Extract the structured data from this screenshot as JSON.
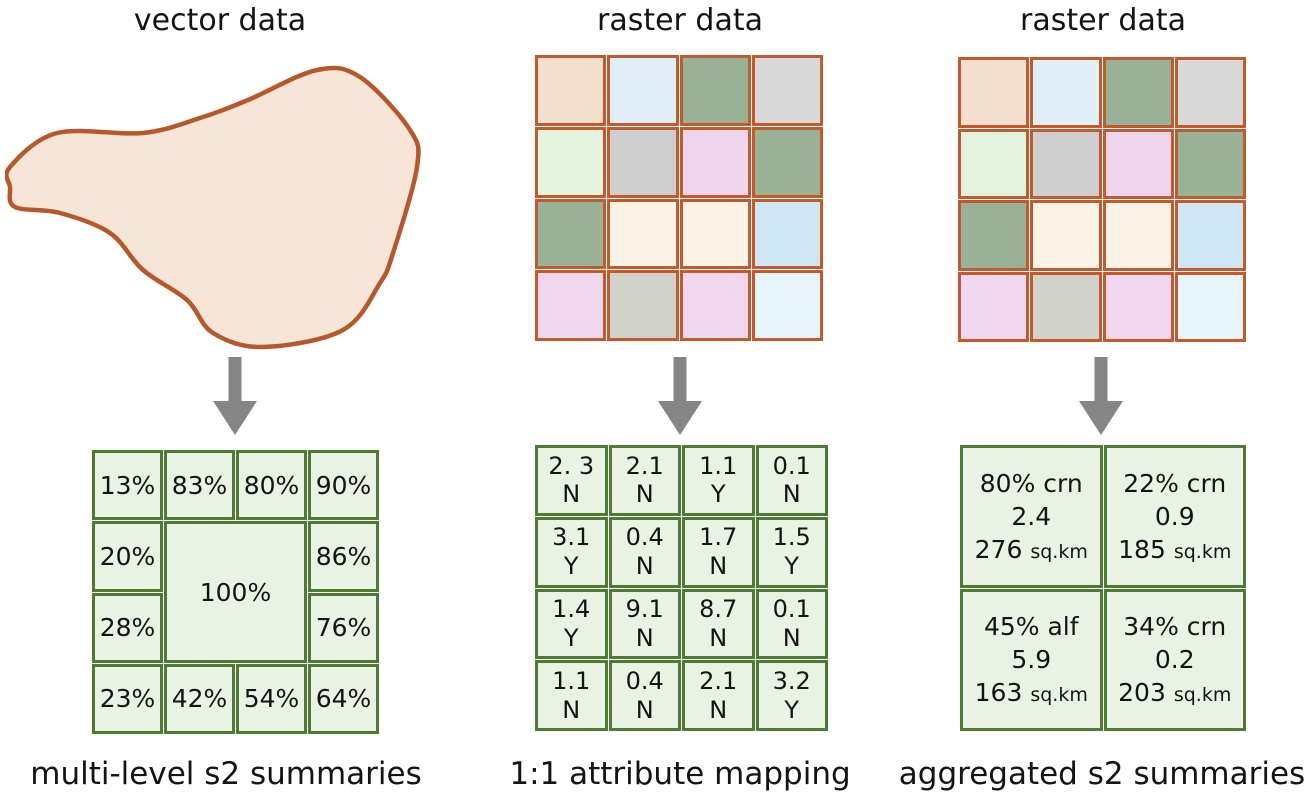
{
  "titles": {
    "left": "vector data",
    "middle": "raster data",
    "right": "raster data"
  },
  "captions": {
    "left": "multi-level s2 summaries",
    "middle": "1:1 attribute mapping",
    "right": "aggregated s2 summaries"
  },
  "colors": {
    "background": "#ffffff",
    "text": "#141414",
    "vector_fill": "#f7e5d8",
    "vector_stroke": "#b5592c",
    "raster_line": "#bf5b2d",
    "s2_line": "#4e7b33",
    "s2_fill": "#e9f3e4",
    "arrow": "#858585"
  },
  "raster_cell_colors": [
    [
      "#f5e0d0",
      "#e0eff7",
      "#99b297",
      "#d8d8d8"
    ],
    [
      "#e3f3de",
      "#cecece",
      "#eed4ec",
      "#9ab396"
    ],
    [
      "#99b297",
      "#fdf2e6",
      "#fdf2e6",
      "#cfe7f5"
    ],
    [
      "#f0d6ee",
      "#d2d2cc",
      "#f0d6ee",
      "#e8f4fb"
    ]
  ],
  "multi_level_grid": {
    "cells": [
      {
        "t": "13%",
        "r": 1,
        "c": 1
      },
      {
        "t": "83%",
        "r": 1,
        "c": 2
      },
      {
        "t": "80%",
        "r": 1,
        "c": 3
      },
      {
        "t": "90%",
        "r": 1,
        "c": 4
      },
      {
        "t": "20%",
        "r": 2,
        "c": 1
      },
      {
        "t": "100%",
        "r": 2,
        "c": 2,
        "rs": 2,
        "cs": 2
      },
      {
        "t": "86%",
        "r": 2,
        "c": 4
      },
      {
        "t": "28%",
        "r": 3,
        "c": 1
      },
      {
        "t": "76%",
        "r": 3,
        "c": 4
      },
      {
        "t": "23%",
        "r": 4,
        "c": 1
      },
      {
        "t": "42%",
        "r": 4,
        "c": 2
      },
      {
        "t": "54%",
        "r": 4,
        "c": 3
      },
      {
        "t": "64%",
        "r": 4,
        "c": 4
      }
    ]
  },
  "attribute_grid": {
    "rows": [
      [
        {
          "value": "2. 3",
          "flag": "N"
        },
        {
          "value": "2.1",
          "flag": "N"
        },
        {
          "value": "1.1",
          "flag": "Y"
        },
        {
          "value": "0.1",
          "flag": "N"
        }
      ],
      [
        {
          "value": "3.1",
          "flag": "Y"
        },
        {
          "value": "0.4",
          "flag": "N"
        },
        {
          "value": "1.7",
          "flag": "N"
        },
        {
          "value": "1.5",
          "flag": "Y"
        }
      ],
      [
        {
          "value": "1.4",
          "flag": "Y"
        },
        {
          "value": "9.1",
          "flag": "N"
        },
        {
          "value": "8.7",
          "flag": "N"
        },
        {
          "value": "0.1",
          "flag": "N"
        }
      ],
      [
        {
          "value": "1.1",
          "flag": "N"
        },
        {
          "value": "0.4",
          "flag": "N"
        },
        {
          "value": "2.1",
          "flag": "N"
        },
        {
          "value": "3.2",
          "flag": "Y"
        }
      ]
    ]
  },
  "aggregated_grid": {
    "cells": [
      {
        "crop": "80% crn",
        "value": "2.4",
        "area": "276",
        "unit": "sq.km"
      },
      {
        "crop": "22% crn",
        "value": "0.9",
        "area": "185",
        "unit": "sq.km"
      },
      {
        "crop": "45% alf",
        "value": "5.9",
        "area": "163",
        "unit": "sq.km"
      },
      {
        "crop": "34% crn",
        "value": "0.2",
        "area": "203",
        "unit": "sq.km"
      }
    ]
  }
}
